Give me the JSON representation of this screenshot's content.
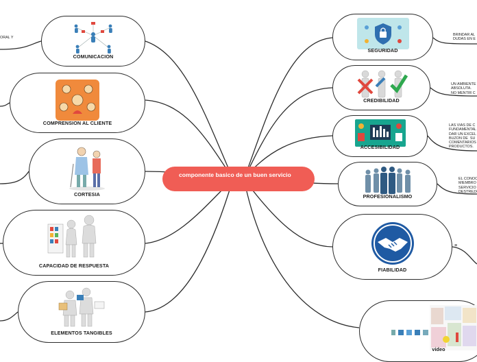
{
  "center": {
    "title": "componente basico de un buen servicio"
  },
  "left_nodes": [
    {
      "label": "COMUNICACION",
      "icon": "network-people-icon"
    },
    {
      "label": "COMPRENSION AL CLIENTE",
      "icon": "people-faces-icon"
    },
    {
      "label": "CORTESIA",
      "icon": "helping-elderly-icon"
    },
    {
      "label": "CAPACIDAD DE RESPUESTA",
      "icon": "figure-pushing-chart-icon"
    },
    {
      "label": "ELEMENTOS TANGIBLES",
      "icon": "figures-with-boxes-icon"
    }
  ],
  "right_nodes": [
    {
      "label": "SEGURIDAD",
      "icon": "shield-lock-icon"
    },
    {
      "label": "CREDIBILIDAD",
      "icon": "check-cross-figures-icon"
    },
    {
      "label": "ACCESIBILIDAD",
      "icon": "accessibility-tech-icon"
    },
    {
      "label": "PROFESIONALISMO",
      "icon": "business-crowd-icon"
    },
    {
      "label": "FIABILIDAD",
      "icon": "handshake-icon"
    },
    {
      "label": "video",
      "icon": "video-thumbnails-icon"
    }
  ],
  "left_notes": [
    {
      "text": "ORAL Y"
    }
  ],
  "right_notes": [
    {
      "text": "BRINDAR AL\nDUDAS EN E"
    },
    {
      "text": "UN AMBIENTE\nABSOLUTA.\nNO MENTIR C"
    },
    {
      "text": "LAS VIAS DE C\nFUNDAMENTAL\nDAR UN EXCEL\nBUZON DE  SU\nCOMENTARIOS\nPRODUCTOS."
    },
    {
      "text": "EL CONOC\nMIEMBRO\nSERVICIO\nDESTREZA"
    },
    {
      "text": "≡"
    }
  ],
  "colors": {
    "center_fill": "#f05d55",
    "center_text": "#ffffff",
    "line": "#2b2b2b",
    "node_border": "#2b2b2b"
  }
}
